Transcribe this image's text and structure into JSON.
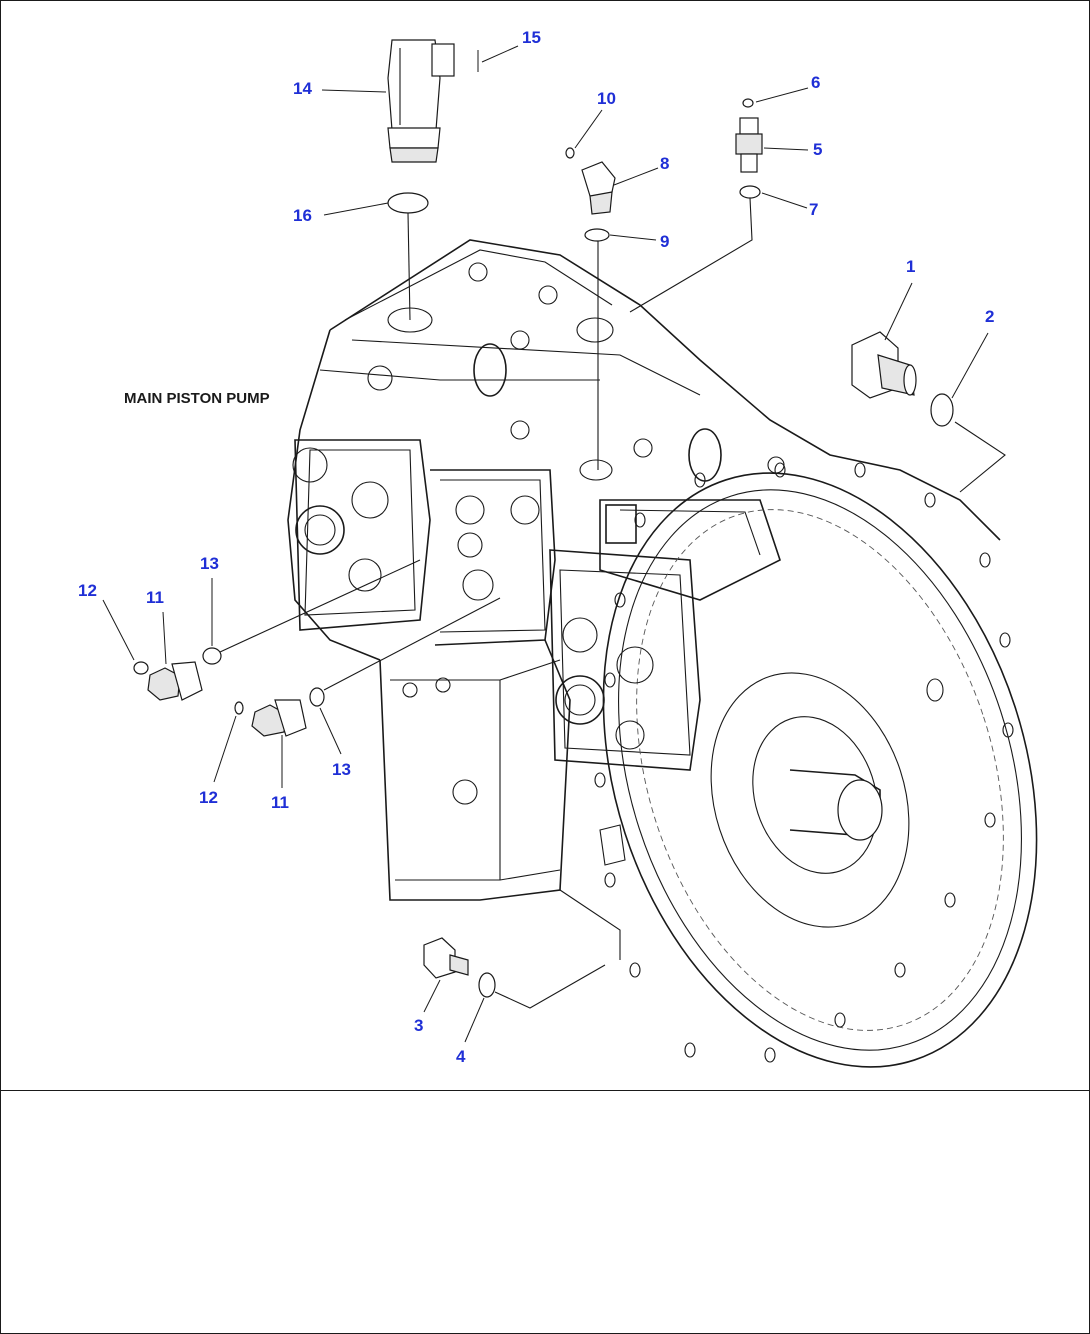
{
  "assembly_label": "MAIN PISTON PUMP",
  "callouts": {
    "c1": "1",
    "c2": "2",
    "c3": "3",
    "c4": "4",
    "c5": "5",
    "c6": "6",
    "c7": "7",
    "c8": "8",
    "c9": "9",
    "c10": "10",
    "c11a": "11",
    "c11b": "11",
    "c12a": "12",
    "c12b": "12",
    "c13a": "13",
    "c13b": "13",
    "c14": "14",
    "c15": "15",
    "c16": "16"
  },
  "colors": {
    "callout_text": "#1f2fd6",
    "line_art": "#1a1a1a",
    "background": "#ffffff"
  }
}
